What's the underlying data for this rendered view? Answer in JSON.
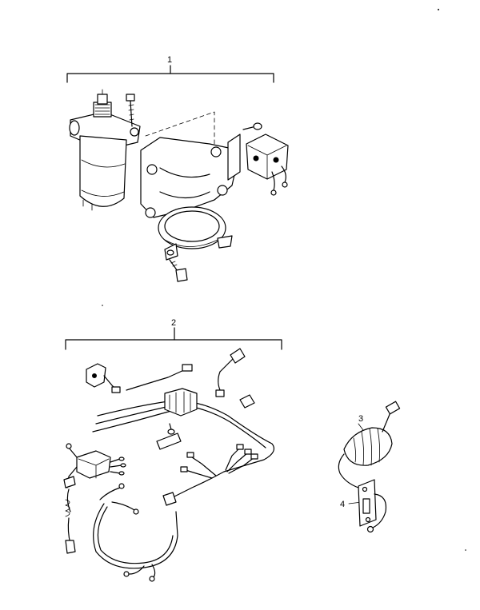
{
  "callouts": {
    "group1": "1",
    "group2": "2",
    "part3": "3",
    "part4": "4"
  },
  "colors": {
    "line": "#000000",
    "background": "#ffffff"
  }
}
